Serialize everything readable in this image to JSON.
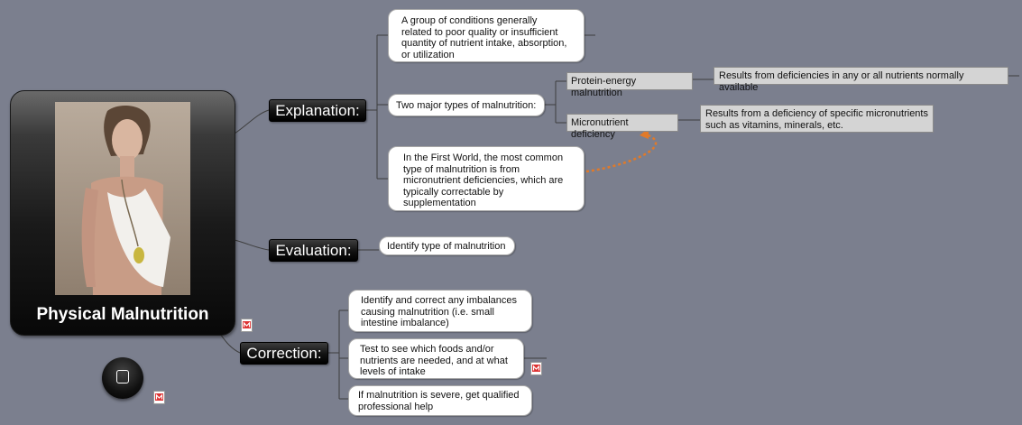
{
  "central": {
    "title": "Physical Malnutrition",
    "image": "fashion-model-photo"
  },
  "branches": {
    "explanation": "Explanation:",
    "evaluation": "Evaluation:",
    "correction": "Correction:"
  },
  "explanation": {
    "definition": [
      "A group of conditions generally",
      "related to poor quality or insufficient",
      "quantity of nutrient intake, absorption,",
      "or utilization"
    ],
    "types_intro": "Two major types of malnutrition:",
    "types": [
      {
        "label": "Protein-energy malnutrition",
        "detail": [
          "Results from deficiencies in any or all nutrients normally available"
        ]
      },
      {
        "label": "Micronutrient deficiency",
        "detail": [
          "Results from a deficiency of specific micronutrients",
          "such as vitamins, minerals, etc."
        ]
      }
    ],
    "first_world": [
      "In the First World, the most common",
      "type of malnutrition is from",
      "micronutrient deficiencies, which are",
      "typically correctable by",
      "supplementation"
    ]
  },
  "evaluation": {
    "item": "Identify type of malnutrition"
  },
  "correction": {
    "items": [
      [
        "Identify and correct any imbalances",
        "causing malnutrition (i.e. small",
        "intestine imbalance)"
      ],
      [
        "Test to see which foods and/or",
        "nutrients are needed, and at what",
        "levels of intake"
      ],
      [
        "If malnutrition is severe, get qualified",
        "professional help"
      ]
    ]
  },
  "icons": {
    "note": "note-icon",
    "button": "square-button-icon"
  },
  "colors": {
    "background": "#7b7f8e",
    "relationship": "#e07a2a",
    "node_gray": "#d4d4d4"
  }
}
